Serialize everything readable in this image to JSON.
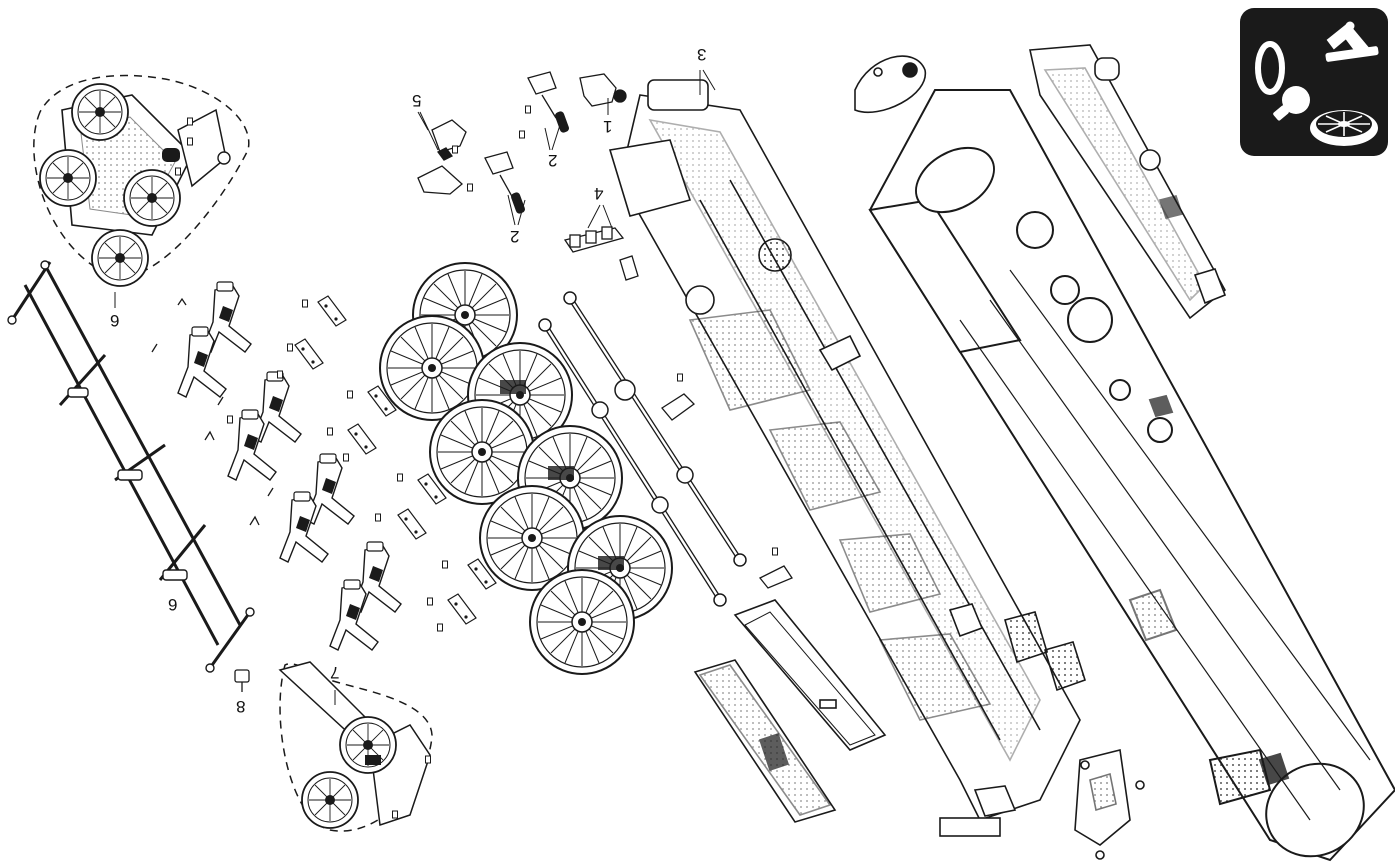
{
  "callouts": {
    "c1": "1",
    "c2a": "2",
    "c2b": "2",
    "c3": "3",
    "c4": "4",
    "c5": "5",
    "c6a": "6",
    "c6b": "6",
    "c7": "7",
    "c8": "8"
  },
  "icons": {
    "maintenance_badge": [
      "oil-ring-icon",
      "lever-arm-icon",
      "light-bulb-icon",
      "wheel-icon"
    ]
  },
  "colors": {
    "line": "#1a1a1a",
    "badge_bg": "#1a1a1a",
    "badge_fg": "#ffffff"
  }
}
